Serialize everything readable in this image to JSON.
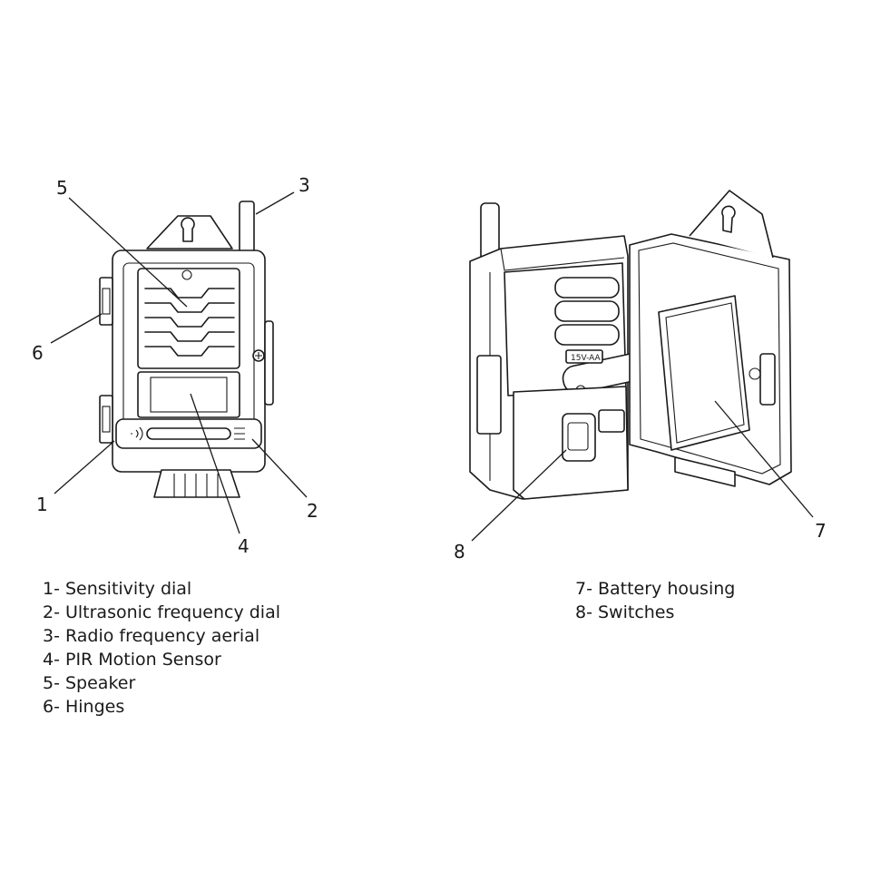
{
  "callouts": {
    "c1": "1",
    "c2": "2",
    "c3": "3",
    "c4": "4",
    "c5": "5",
    "c6": "6",
    "c7": "7",
    "c8": "8"
  },
  "legend_left": [
    "1- Sensitivity dial",
    "2- Ultrasonic frequency dial",
    "3- Radio frequency aerial",
    "4- PIR Motion Sensor",
    "5- Speaker",
    "6- Hinges"
  ],
  "legend_right": [
    "7- Battery housing",
    "8- Switches"
  ],
  "device_label": "15V-AA"
}
